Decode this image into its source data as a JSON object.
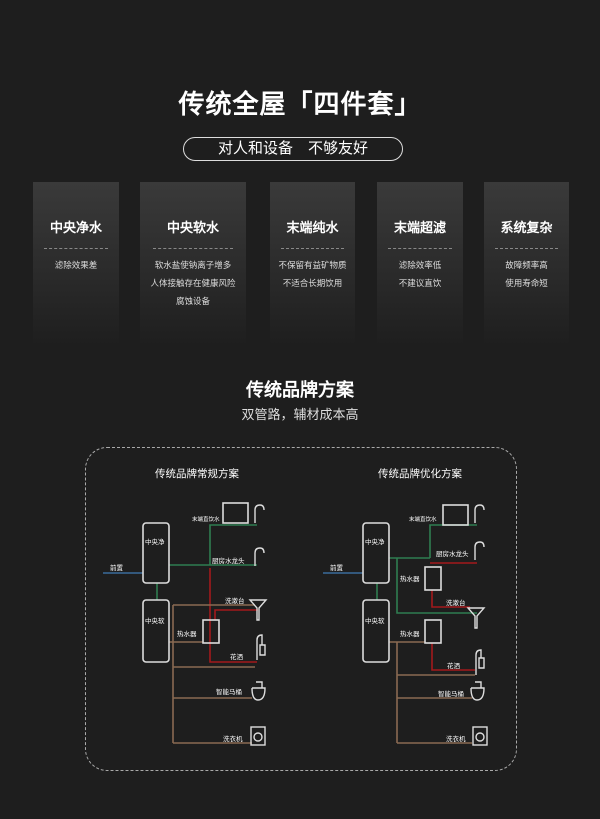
{
  "header": {
    "title": "传统全屋「四件套」",
    "tagline": "对人和设备　不够友好"
  },
  "cards": [
    {
      "title": "中央净水",
      "lines": [
        "滤除效果差"
      ]
    },
    {
      "title": "中央软水",
      "lines": [
        "软水盐使钠离子增多",
        "人体接触存在健康风险",
        "腐蚀设备"
      ]
    },
    {
      "title": "末端纯水",
      "lines": [
        "不保留有益矿物质",
        "不适合长期饮用"
      ]
    },
    {
      "title": "末端超滤",
      "lines": [
        "滤除效率低",
        "不建议直饮"
      ]
    },
    {
      "title": "系统复杂",
      "lines": [
        "故障频率高",
        "使用寿命短"
      ]
    }
  ],
  "section": {
    "title": "传统品牌方案",
    "subtitle": "双管路，辅材成本高"
  },
  "diagrams": [
    {
      "title": "传统品牌常规方案",
      "labels": {
        "pre": "前置",
        "purifier": "中央净",
        "softener": "中央软",
        "drink": "末端直饮水",
        "kitchen": "厨房水龙头",
        "basin": "洗漱台",
        "heater": "热水器",
        "shower": "花洒",
        "toilet": "智能马桶",
        "washer": "洗衣机"
      }
    },
    {
      "title": "传统品牌优化方案",
      "labels": {
        "pre": "前置",
        "purifier": "中央净",
        "softener": "中央软",
        "drink": "末端直饮水",
        "kitchen": "厨房水龙头",
        "basin": "洗漱台",
        "heater": "热水器",
        "heater2": "热水器",
        "shower": "花洒",
        "toilet": "智能马桶",
        "washer": "洗衣机"
      }
    }
  ],
  "colors": {
    "green": "#2f7d50",
    "red": "#a3191c",
    "brown": "#8a6a52",
    "blue": "#3a6c9c"
  }
}
